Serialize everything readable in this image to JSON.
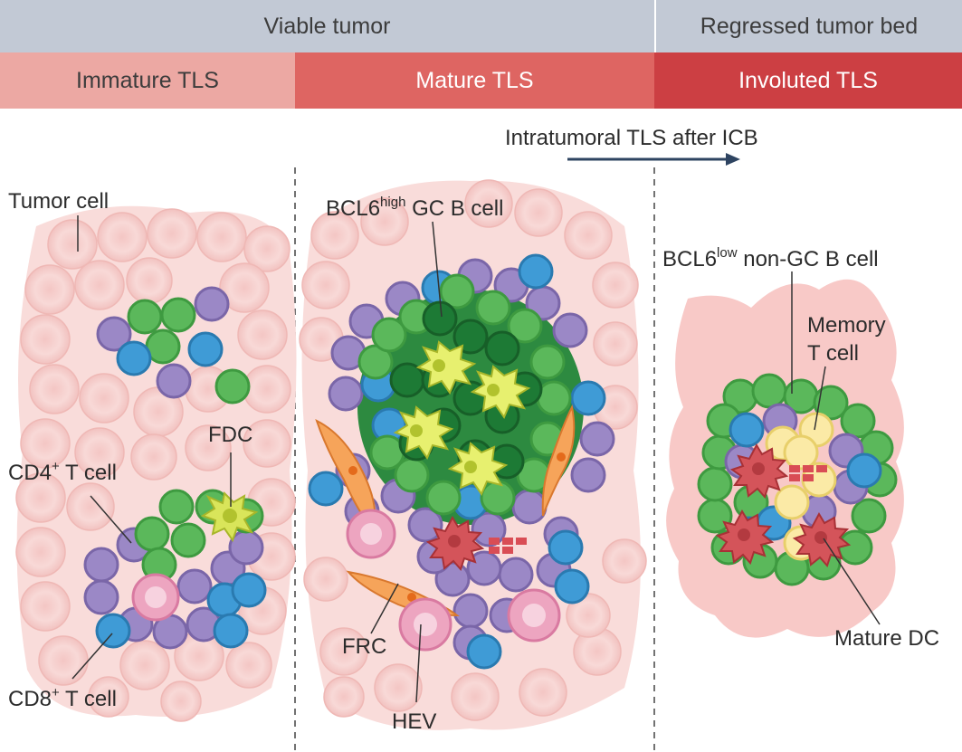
{
  "header": {
    "viable_tumor": "Viable tumor",
    "regressed_bed": "Regressed tumor bed",
    "immature_tls": "Immature TLS",
    "mature_tls": "Mature TLS",
    "involuted_tls": "Involuted TLS"
  },
  "arrow_label": "Intratumoral TLS after ICB",
  "labels": {
    "tumor_cell": "Tumor cell",
    "fdc": "FDC",
    "cd4_main": "CD4",
    "cd4_sup": "+",
    "cd4_rest": " T cell",
    "cd8_main": "CD8",
    "cd8_sup": "+",
    "cd8_rest": " T cell",
    "bcl6_main": "BCL6",
    "bcl6_high_sup": "high",
    "gc_b_rest": " GC B cell",
    "bcl6_low_sup": "low",
    "non_gc_rest": " non-GC B cell",
    "memory_line1": "Memory",
    "memory_line2": "T cell",
    "frc": "FRC",
    "hev": "HEV",
    "mature_dc": "Mature DC"
  },
  "colors": {
    "viable_band": "#c2c9d5",
    "immature_band": "#eca8a3",
    "mature_band": "#de6562",
    "involuted_band": "#cc3f43",
    "tumor_cell": "#f7d3d1",
    "b_cell": "#5bb85b",
    "gc_b_cell": "#1d7a35",
    "cd4_t_cell": "#9b88c6",
    "cd8_t_cell": "#3f9bd6",
    "memory_t_cell": "#fbeaa6",
    "fdc": "#d9e55a",
    "dc": "#d4545a",
    "frc": "#f6a45a",
    "hev": "#e99ab9",
    "arrow": "#2e4461"
  }
}
